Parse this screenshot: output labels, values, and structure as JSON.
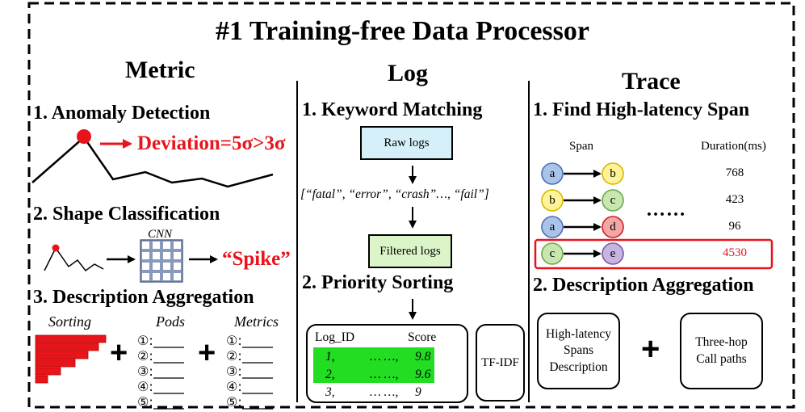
{
  "title": "#1 Training-free Data Processor",
  "metric": {
    "header": "Metric",
    "step1": "1. Anomaly Detection",
    "deviation": "Deviation=5σ>3σ",
    "step2": "2. Shape Classification",
    "cnn": "CNN",
    "spike": "“Spike”",
    "step3": "3. Description Aggregation",
    "sorting": "Sorting",
    "pods": "Pods",
    "metrics": "Metrics",
    "plus": "+",
    "list_markers": [
      "①:",
      "②:",
      "③:",
      "④:",
      "⑤:"
    ]
  },
  "log": {
    "header": "Log",
    "step1": "1. Keyword Matching",
    "raw_logs": "Raw logs",
    "keywords": "[“fatal”, “error”, “crash”…, “fail”]",
    "filtered_logs": "Filtered logs",
    "step2": "2. Priority Sorting",
    "table": {
      "col_id": "Log_ID",
      "col_score": "Score",
      "rows": [
        {
          "id": "1,",
          "dots": "… …,",
          "score": "9.8",
          "highlight": true
        },
        {
          "id": "2,",
          "dots": "… …,",
          "score": "9.6",
          "highlight": true
        },
        {
          "id": "3,",
          "dots": "… …,",
          "score": "9",
          "highlight": false
        }
      ]
    },
    "tfidf": "TF-IDF"
  },
  "trace": {
    "header": "Trace",
    "step1": "1. Find High-latency Span",
    "col_span": "Span",
    "col_duration": "Duration(ms)",
    "spans": [
      {
        "from": "a",
        "to": "b",
        "duration": "768",
        "alert": false
      },
      {
        "from": "b",
        "to": "c",
        "duration": "423",
        "alert": false
      },
      {
        "from": "a",
        "to": "d",
        "duration": "96",
        "alert": false
      },
      {
        "from": "c",
        "to": "e",
        "duration": "4530",
        "alert": true
      }
    ],
    "ellipsis": "……",
    "step2": "2. Description Aggregation",
    "box1": [
      "High-latency",
      "Spans",
      "Description"
    ],
    "plus": "+",
    "box2": [
      "Three-hop",
      "Call paths"
    ]
  },
  "colors": {
    "red": "#e8141c",
    "green": "#22dd22",
    "raw_logs_fill": "#d6f0fa",
    "filtered_logs_fill": "#dcf5c8",
    "cnn_grid": "#8899bb",
    "node_a": "#a9c4e8",
    "node_b": "#fff39a",
    "node_c": "#c8e6b0",
    "node_d": "#f4a6a6",
    "node_e": "#c8b4e0"
  }
}
